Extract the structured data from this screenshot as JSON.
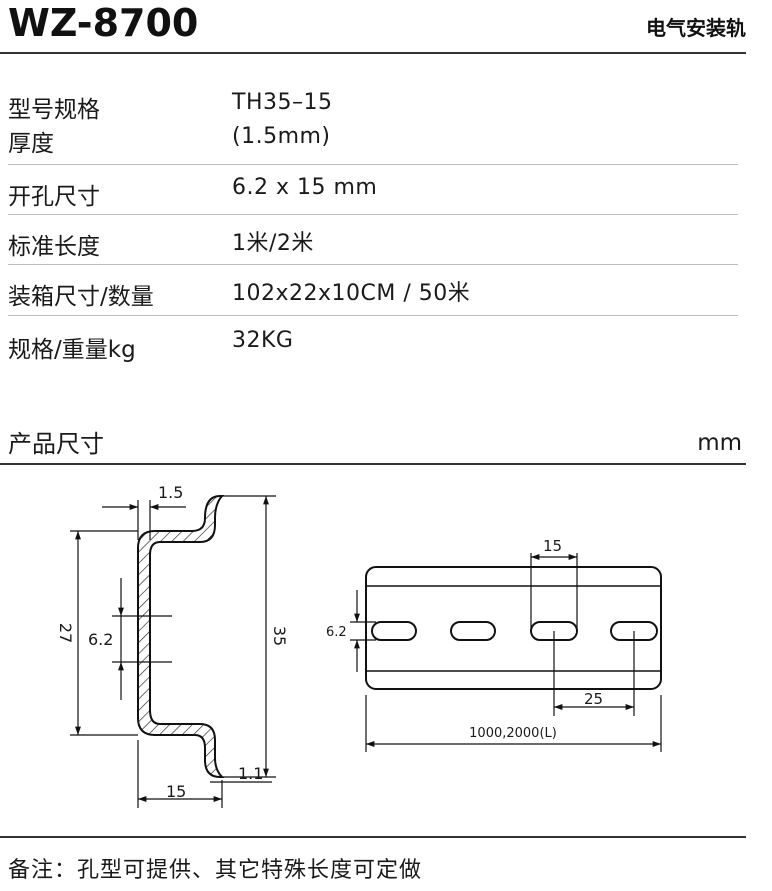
{
  "header": {
    "model": "WZ-8700",
    "category": "电气安装轨"
  },
  "specs": [
    {
      "label": "型号规格",
      "label2": "厚度",
      "value": "TH35–15",
      "value2": "(1.5mm)"
    },
    {
      "label": "开孔尺寸",
      "value": "6.2 x 15 mm"
    },
    {
      "label": "标准长度",
      "value": "1米/2米"
    },
    {
      "label": "装箱尺寸/数量",
      "value": "102x22x10CM / 50米"
    },
    {
      "label": "规格/重量kg",
      "value": "32KG"
    }
  ],
  "section": {
    "title": "产品尺寸",
    "unit": "mm"
  },
  "dimensions": {
    "thickness": "1.5",
    "inner_height": "27",
    "total_height": "35",
    "hole_height": "6.2",
    "flange_width": "15",
    "flange_thickness": "1.1",
    "slot_width": "15",
    "slot_pitch": "25",
    "slot_height": "6.2",
    "length": "1000,2000(L)"
  },
  "note": "备注：孔型可提供、其它特殊长度可定做"
}
